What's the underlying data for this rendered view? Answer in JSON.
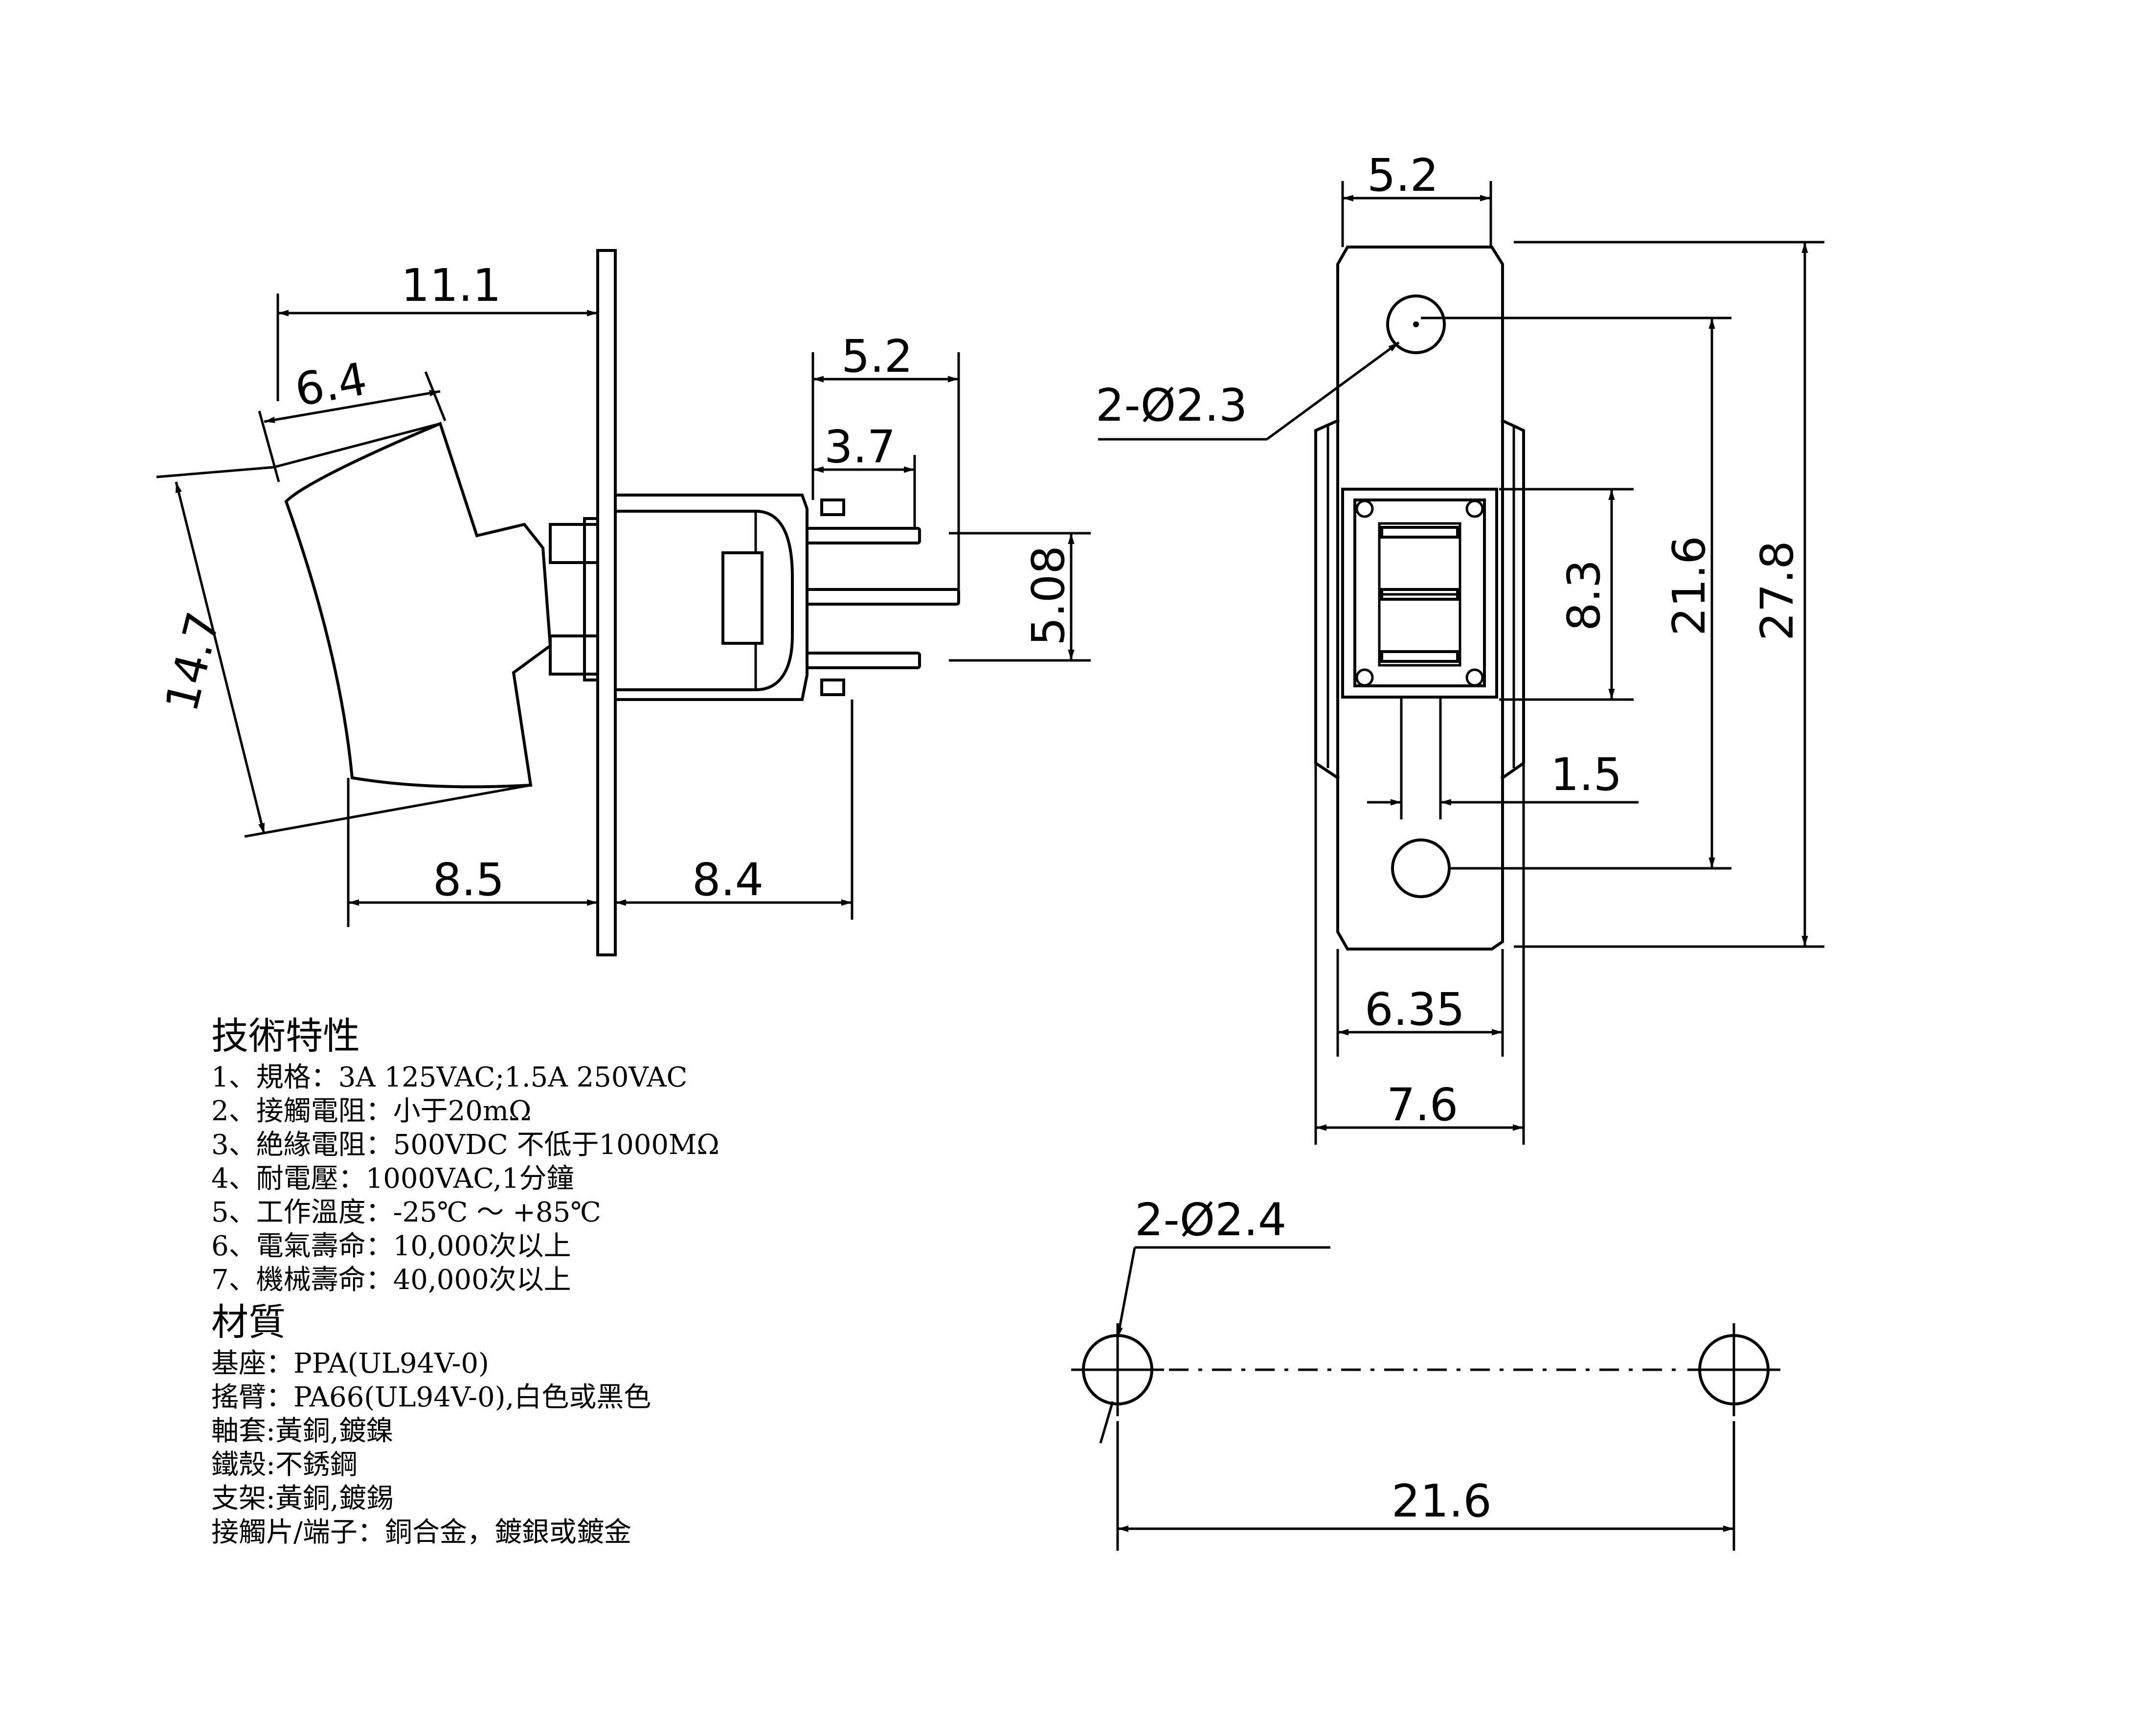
{
  "dimensions": {
    "side_view": {
      "d_11_1": "11.1",
      "d_6_4": "6.4",
      "d_14_7": "14.7",
      "d_5_2": "5.2",
      "d_3_7": "3.7",
      "d_5_08": "5.08",
      "d_8_5": "8.5",
      "d_8_4": "8.4"
    },
    "front_view": {
      "d_5_2": "5.2",
      "d_hole": "2-Ø2.3",
      "d_8_3": "8.3",
      "d_21_6": "21.6",
      "d_27_8": "27.8",
      "d_1_5": "1.5",
      "d_6_35": "6.35",
      "d_7_6": "7.6"
    },
    "panel_cutout": {
      "d_hole": "2-Ø2.4",
      "d_21_6": "21.6"
    }
  },
  "specs": {
    "heading": "技術特性",
    "items": [
      "1、規格：3A 125VAC;1.5A 250VAC",
      "2、接觸電阻：小于20mΩ",
      "3、絶緣電阻：500VDC 不低于1000MΩ",
      "4、耐電壓：1000VAC,1分鐘",
      "5、工作溫度：-25℃ ～ +85℃",
      "6、電氣壽命：10,000次以上",
      "7、機械壽命：40,000次以上"
    ]
  },
  "materials": {
    "heading": "材質",
    "items": [
      "基座：PPA(UL94V-0)",
      "搖臂：PA66(UL94V-0),白色或黑色",
      "軸套:黃銅,鍍鎳",
      "鐵殼:不銹鋼",
      "支架:黃銅,鍍錫",
      "接觸片/端子：銅合金，鍍銀或鍍金"
    ]
  }
}
